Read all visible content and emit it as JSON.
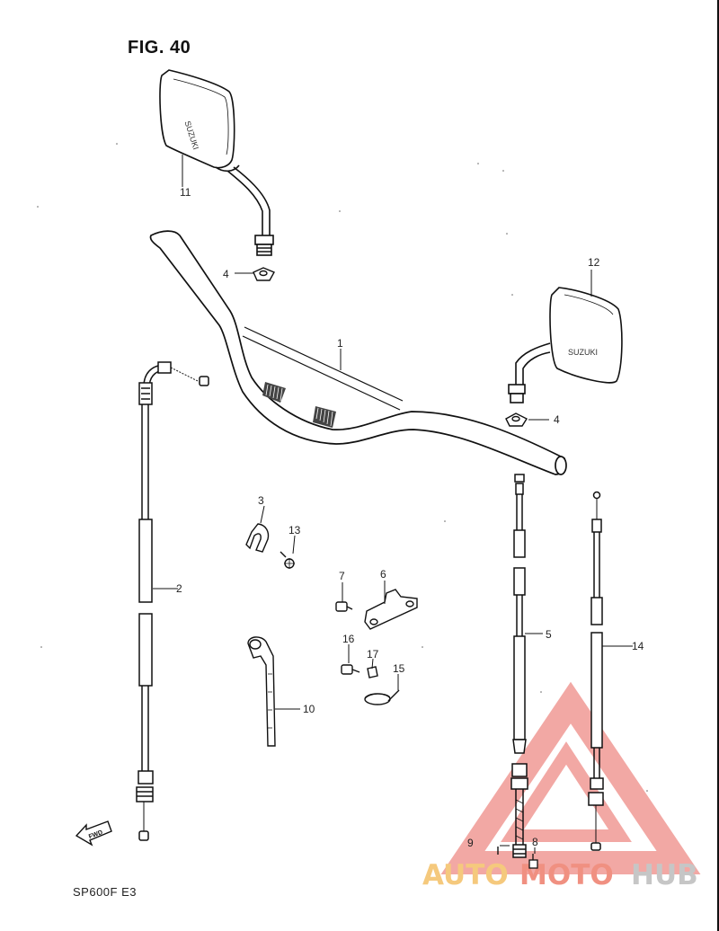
{
  "figure": {
    "title": "FIG. 40",
    "model_code": "SP600F  E3"
  },
  "mirror_brand": "SUZUKI",
  "fwd_label": "FWD",
  "callouts": [
    "1",
    "2",
    "3",
    "4",
    "4",
    "5",
    "6",
    "7",
    "8",
    "9",
    "10",
    "11",
    "12",
    "13",
    "14",
    "15",
    "16",
    "17"
  ],
  "watermark": {
    "word_auto": "AUTO",
    "word_moto": "MOTO",
    "word_hub": "HUB",
    "colors": {
      "auto": "#f4c067",
      "moto": "#ee7d6c",
      "hub": "#c9c9c9",
      "triangle": "#f09a95"
    }
  }
}
